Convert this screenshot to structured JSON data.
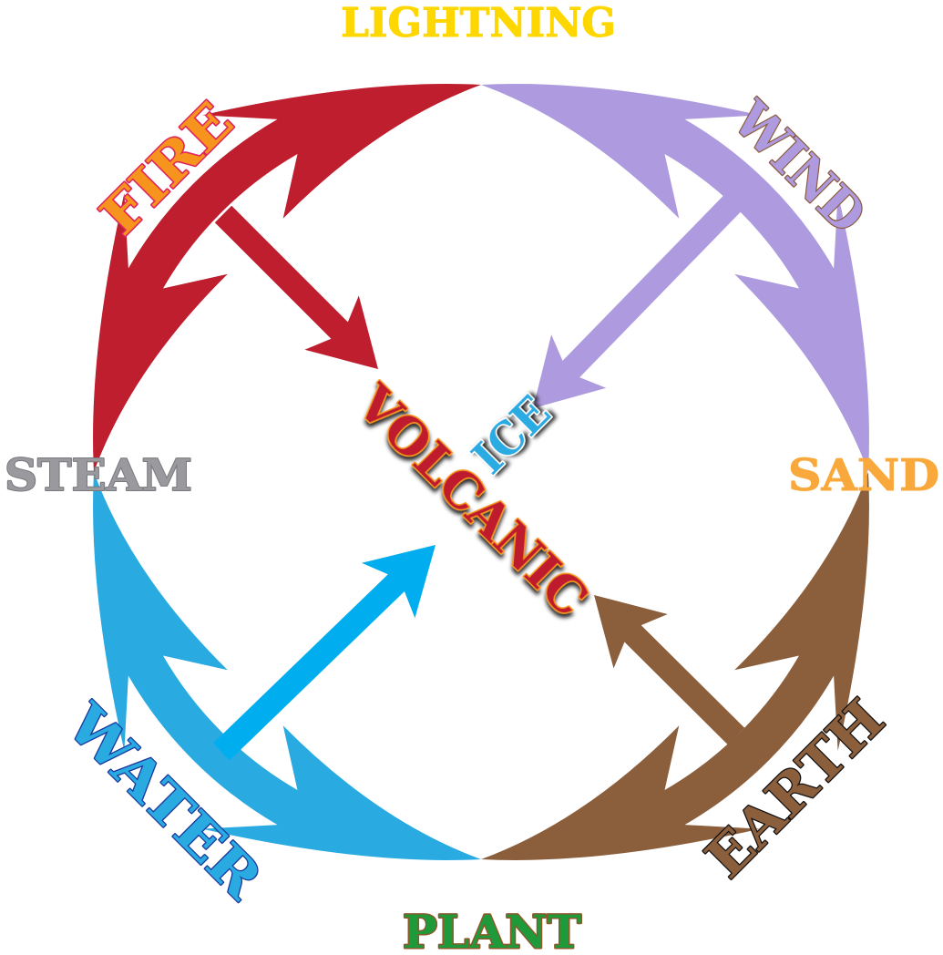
{
  "diagram": {
    "title": "Element cycle",
    "nodes": [
      {
        "id": "lightning",
        "label": "LIGHTNING",
        "color": "#FFD700",
        "outline": "#FFD700"
      },
      {
        "id": "sand",
        "label": "SAND",
        "color": "#F9A93C",
        "outline": "#F9A93C"
      },
      {
        "id": "plant",
        "label": "PLANT",
        "color": "#1E9A3A",
        "outline": "#8B5A2B"
      },
      {
        "id": "steam",
        "label": "STEAM",
        "color": "#9A9A9E",
        "outline": "#7A7A7E"
      },
      {
        "id": "fire",
        "label": "FIRE",
        "color": "#F7941D",
        "outline": "#E0245E"
      },
      {
        "id": "wind",
        "label": "WIND",
        "color": "#AE9BDF",
        "outline": "#8B5A3C"
      },
      {
        "id": "earth",
        "label": "EARTH",
        "color": "#8B5E3C",
        "outline": "#111111"
      },
      {
        "id": "water",
        "label": "WATER",
        "color": "#29ABE2",
        "outline": "#1B3A9E"
      },
      {
        "id": "volcanic",
        "label": "VOLCANIC",
        "color": "#BE1E2D",
        "outline": "#F7941D"
      },
      {
        "id": "ice",
        "label": "ICE",
        "color": "#29ABE2",
        "outline": "#ffffff"
      }
    ],
    "edges": [
      {
        "from": "fire",
        "to": "lightning",
        "color": "#BE1E2D"
      },
      {
        "from": "fire",
        "to": "steam",
        "color": "#BE1E2D"
      },
      {
        "from": "fire",
        "to": "volcanic",
        "color": "#BE1E2D"
      },
      {
        "from": "wind",
        "to": "lightning",
        "color": "#AE9BDF"
      },
      {
        "from": "wind",
        "to": "sand",
        "color": "#AE9BDF"
      },
      {
        "from": "wind",
        "to": "ice",
        "color": "#AE9BDF"
      },
      {
        "from": "water",
        "to": "steam",
        "color": "#29ABE2"
      },
      {
        "from": "water",
        "to": "plant",
        "color": "#29ABE2"
      },
      {
        "from": "water",
        "to": "volcanic",
        "color": "#00AEEF"
      },
      {
        "from": "earth",
        "to": "sand",
        "color": "#8B5E3C"
      },
      {
        "from": "earth",
        "to": "plant",
        "color": "#8B5E3C"
      },
      {
        "from": "earth",
        "to": "volcanic",
        "color": "#8B5E3C"
      }
    ]
  }
}
